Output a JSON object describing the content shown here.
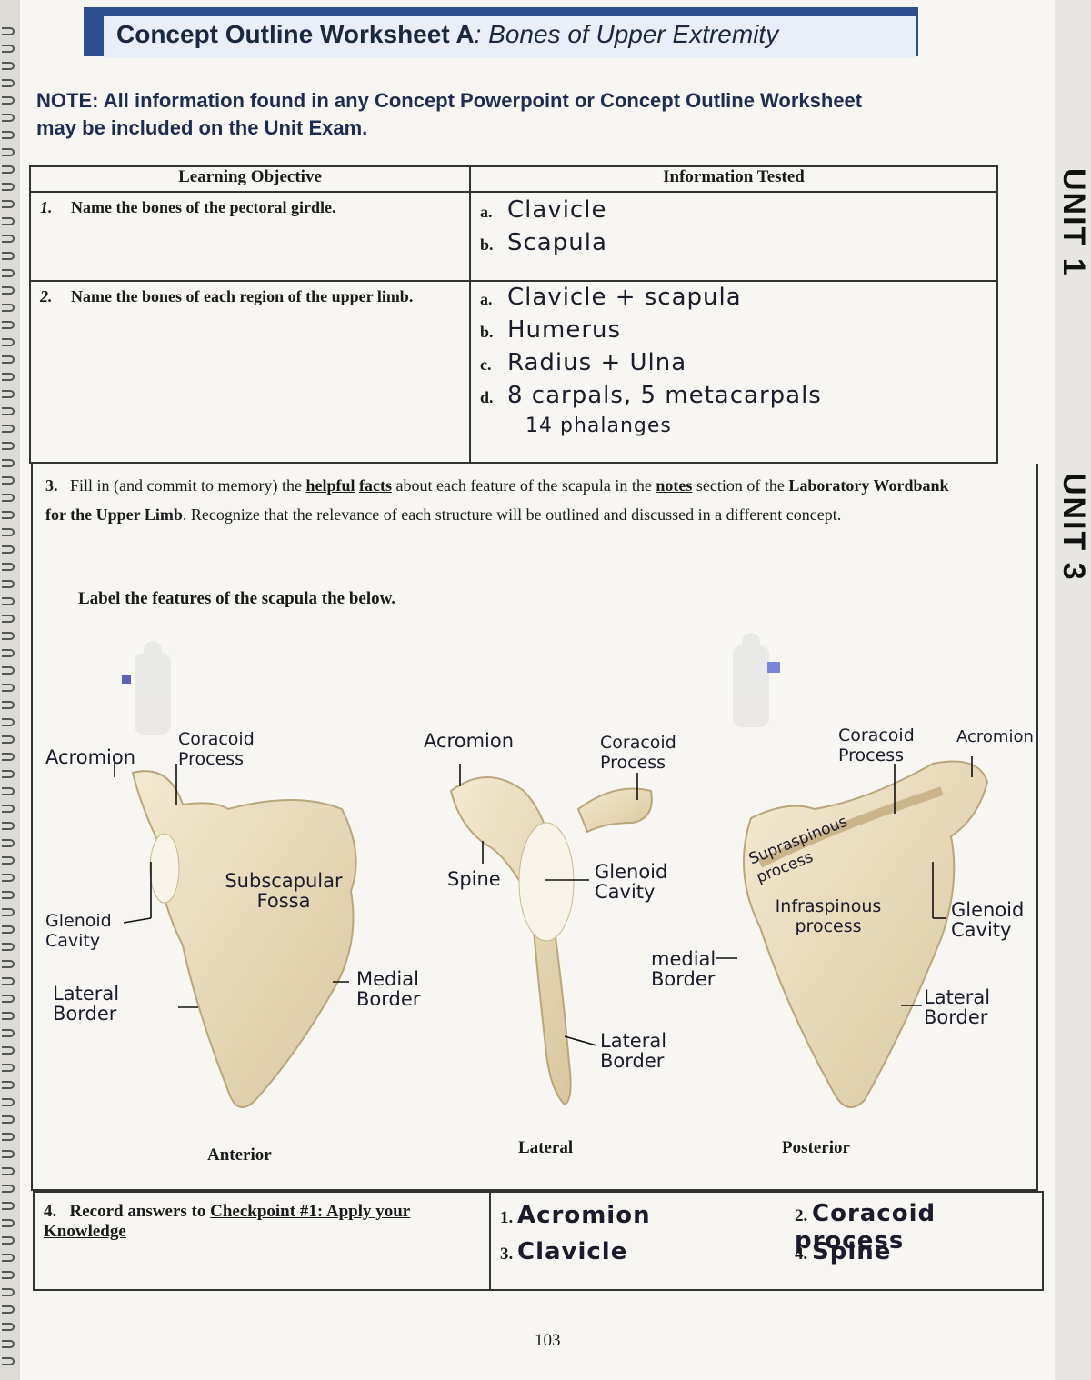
{
  "header": {
    "title_bold": "Concept Outline Worksheet A",
    "title_italic": ": Bones of Upper Extremity"
  },
  "side_tabs": [
    "UNIT 1",
    "UNIT 3"
  ],
  "note": "NOTE: All information found in any Concept Powerpoint or Concept Outline Worksheet may be included on the Unit Exam.",
  "table": {
    "col_objective": "Learning Objective",
    "col_info": "Information Tested",
    "rows": [
      {
        "num": "1.",
        "objective": "Name the bones of the pectoral girdle.",
        "answers": [
          {
            "letter": "a.",
            "text": "Clavicle"
          },
          {
            "letter": "b.",
            "text": "Scapula"
          }
        ]
      },
      {
        "num": "2.",
        "objective": "Name the bones of each region of the upper limb.",
        "answers": [
          {
            "letter": "a.",
            "text": "Clavicle + scapula"
          },
          {
            "letter": "b.",
            "text": "Humerus"
          },
          {
            "letter": "c.",
            "text": "Radius + Ulna"
          },
          {
            "letter": "d.",
            "text": "8 carpals, 5 metacarpals"
          },
          {
            "letter": "",
            "text": "14 phalanges"
          }
        ]
      }
    ]
  },
  "section3": {
    "num": "3.",
    "text_a": "Fill in (and commit to memory) the ",
    "helpful": "helpful",
    "facts": "facts",
    "text_b": " about each feature of the scapula in the ",
    "notes": "notes",
    "text_c": " section of the ",
    "wordbank": "Laboratory Wordbank for the Upper Limb",
    "text_d": ". Recognize that the relevance of each structure will be outlined and discussed in a different concept.",
    "instruction": "Label the features of the scapula the below.",
    "captions": {
      "anterior": "Anterior",
      "lateral": "Lateral",
      "posterior": "Posterior"
    },
    "labels": {
      "ant_acromion": "Acromion",
      "ant_coracoid": "Coracoid Process",
      "ant_subscapular": "Subscapular Fossa",
      "ant_glenoid": "Glenoid Cavity",
      "ant_lateral": "Lateral Border",
      "ant_medial": "Medial Border",
      "lat_acromion": "Acromion",
      "lat_coracoid": "Coracoid Process",
      "lat_spine": "Spine",
      "lat_glenoid": "Glenoid Cavity",
      "lat_medial": "medial Border",
      "lat_lateral": "Lateral Border",
      "post_coracoid": "Coracoid Process",
      "post_acromion": "Acromion",
      "post_supra": "Supraspinous process",
      "post_infra": "Infraspinous process",
      "post_glenoid": "Glenoid Cavity",
      "post_lateral": "Lateral Border"
    }
  },
  "section4": {
    "num": "4.",
    "text_a": "Record answers to ",
    "link": "Checkpoint #1: Apply your Knowledge",
    "answers": [
      {
        "num": "1.",
        "text": "Acromion"
      },
      {
        "num": "2.",
        "text": "Coracoid process"
      },
      {
        "num": "3.",
        "text": "Clavicle"
      },
      {
        "num": "4.",
        "text": "Spine"
      }
    ]
  },
  "page_number": "103",
  "colors": {
    "header_blue": "#2d4f8f",
    "note_navy": "#1d2d52",
    "bone": "#e8dcc0"
  }
}
